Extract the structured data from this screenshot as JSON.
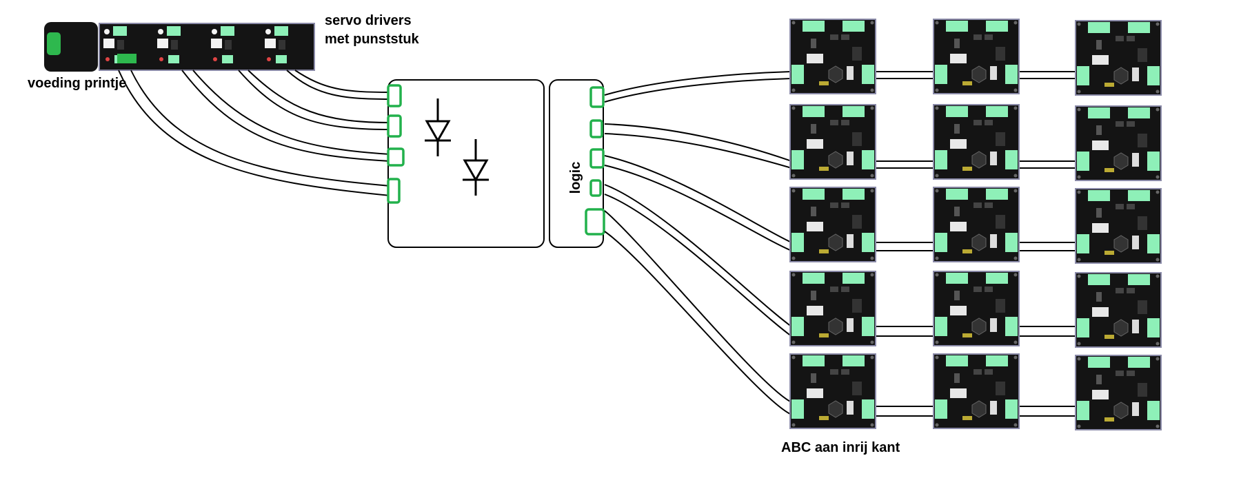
{
  "labels": {
    "servo_drivers_line1": "servo drivers",
    "servo_drivers_line2": "met punststuk",
    "power_board": "voeding printje",
    "logic": "logic",
    "abc_side": "ABC aan inrij kant"
  },
  "colors": {
    "pcb": "#141414",
    "pcb_border": "#8a8aa8",
    "terminal": "#8ef0b8",
    "connector": "#22b14c",
    "power_green": "#2eb84e",
    "wire": "#000000"
  },
  "grid": {
    "rows": 5,
    "cols": 3
  }
}
